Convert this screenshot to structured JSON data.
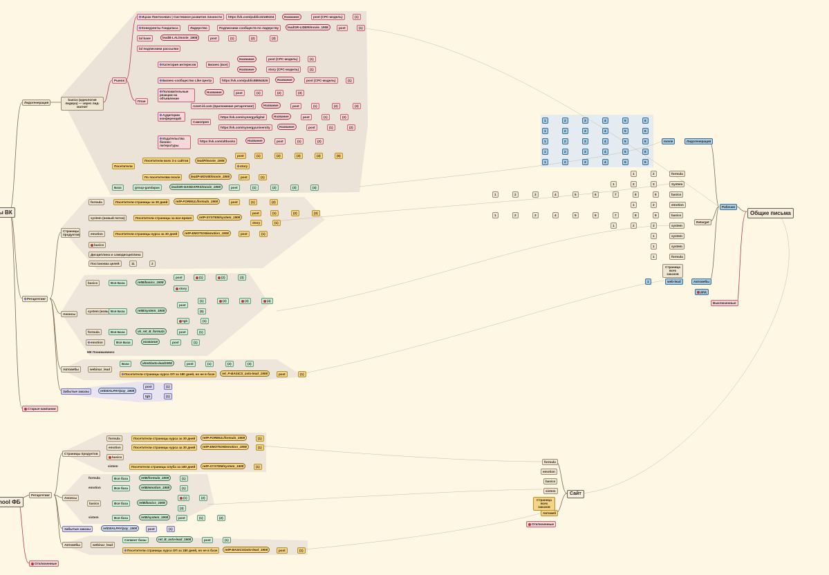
{
  "roots": {
    "vk": "ы ВК",
    "fb": "hool ФБ",
    "letters": "Общие письма"
  },
  "vk": {
    "leadgen": "Лидогенерация",
    "ideology": "basics (идеология лидера) — через лид-магнит",
    "rules": "Рынок",
    "plan": "План",
    "visitors": "Посетители",
    "base": "База",
    "group_gandapas": "group-gandapas",
    "lead_gandapas": "leadGR-GANDAPAS/movie_1908",
    "post": "post",
    "i1": "(1)",
    "i2": "(2)",
    "i3": "(3)",
    "i4": "(4)",
    "i5": "(5)",
    "ikhak": "Ицхак Пинтосевич | Системное развитие личности",
    "vk32165104": "https://vk.com/public32165104",
    "nazv": "Название",
    "post_cpc": "post (CPC-модель)",
    "konk": "Конкуренты Гандапаса",
    "liderstvo": "Лидерство",
    "podp_lid": "Подписчики сообществ по лидерству",
    "lead_lider": "leadGR-LIDER/movie_1908",
    "lal_base": "lal base",
    "lead_lal": "leadB-LAL/movie_1908",
    "lal_podp": "lal подписчики рассылки",
    "kat_int": "Категория интересов",
    "biz_all": "Бизнес (все)",
    "story_cpc": "story (CPC-модель)",
    "biz_like": "Бизнес-сообщество Like Центр",
    "vk_likeurl": "https://vk.com/public88954526",
    "pozit": "Положительные реакции на объявление",
    "aud_conf": "Аудитории конференций",
    "runet": "runet-id.com (приложение ретаргетинг)",
    "samopr": "Самопрея",
    "syn_digital": "https://vk.com/synergydigital",
    "syn_univ": "https://vk.com/synergyuniversity",
    "izd": "Издательства бизнес-литературы",
    "alt_books": "https://vk.com/altbooks",
    "vis_2sites": "Посетители всех 2-х сайтов",
    "lead_movie": "leadP/movie_1908",
    "story": "story",
    "vis_movie": "По посетителям movie",
    "lead_movie2": "leadP-MOVIE/movie_1908",
    "retarget": "Ретаргетинг",
    "pages": "Страницы продуктов",
    "formula": "formula",
    "vis30": "Посетители страницы за 30 дней",
    "retP_formula": "retP-FORMUL/formula_1908",
    "system_new": "system (новый поток)",
    "vis_all": "Посетители страницы за все время",
    "retP_system": "retP-SYSTEM/system_1908",
    "emotion": "emotion",
    "vis_course30": "Посетители страницы курса за 30 дней",
    "retP_emotion": "retP-EMOTION/emotion_1908",
    "basics": "basics",
    "discipline": "Дисциплина и самодисциплина",
    "postanovka": "Постановка целей",
    "n11": "11",
    "n2": "2",
    "anonsy": "Анонсы",
    "vse_baza": "Вся База",
    "retB_basics": "retB/basics_1908",
    "retB_system": "retB/system_1908",
    "tgb": "tgb",
    "vk_ret_formula": "vk_ret_B_formula",
    "nazvanie_lc": "название",
    "mk": "МК Понимаемнео",
    "avtovebi": "Автовебы",
    "webinar_lead": "webinar_lead",
    "vk_avto": "vkret/avto-lead1908",
    "vis_course180": "Посетители страницы курса ОП за 180 дней, но не в базе",
    "ret_basics_avto": "ret_P-BASICS_avto-lead_1908",
    "forgot": "Забытые заказы",
    "ret_deal": "retDEALPAY/pay_1908",
    "old_campaigns": "Старые кампании"
  },
  "fb": {
    "retarget": "Ретаргетинг",
    "pages": "Страницы продуктов",
    "formula": "formula",
    "emotion": "emotion",
    "basics": "basics",
    "sistem": "sistem",
    "vis30": "Посетители страницы курса за 30 дней",
    "vis180": "Посетители страницы клуба за 180 дней",
    "retP_formula": "retP-FORMUL/formula_1908",
    "retP_emotion": "retP-EMOTION/emotion_1908",
    "retP_system": "retP-SYSTEM/system_1908",
    "i1": "(1)",
    "i2": "(2)",
    "anonsy": "Анонсы",
    "vse_baza": "Вся база",
    "retB_formula": "retB/formula_1908",
    "retB_emotion": "retB/emotion_1908",
    "retB_basics": "retB/basics_1908",
    "retB_sistem": "retB/system_1908",
    "post": "post",
    "i3": "(3)",
    "forgot": "Забытые заказы",
    "ret_deal": "retDEALPAY/pay_1908",
    "avtovebi": "Автовебы",
    "webinar_lead": "webinar_lead",
    "segment": "Сегмент базы",
    "ret_avto": "ret_B_avto-lead_1908",
    "vis_course180": "Посетители страницы курса ОП за 180 дней, но не в базе",
    "ret_basics_avto": "retP-BASICS/avto-lead_1908",
    "disabled": "Отключенные"
  },
  "letters": {
    "rabochie": "Рабочие",
    "movie": "movie",
    "leadgen": "Лидогенерация",
    "retarget": "Retarget",
    "formula": "formula",
    "system": "System",
    "basics": "basics",
    "emotion": "emotion",
    "system2": "system",
    "strs": "Страница всех заказов",
    "avtovebi": "Автовебы",
    "webinar": "web-lead",
    "dpd": "дпд",
    "off": "Выключенные",
    "site": "Сайт",
    "s_formula": "formula",
    "s_emotion": "emotion",
    "s_basics": "basics",
    "s_sistem": "sistem",
    "s_str": "Страница всех заказов",
    "s_avto": "Автовеб",
    "s_off": "Отключенные",
    "nums": [
      "1",
      "2",
      "3",
      "4",
      "5",
      "6",
      "7",
      "8",
      "9"
    ]
  }
}
